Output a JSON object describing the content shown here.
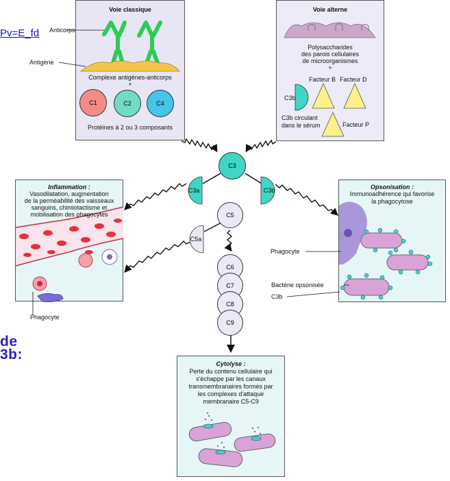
{
  "edge_fragments": {
    "link": "Pv=E_fd",
    "side_line1": "de",
    "side_line2": "3b:"
  },
  "classic": {
    "title": "Voie classique",
    "anticorps": "Anticorps",
    "antigene": "Antigène",
    "complex_line1": "Complexe antigènes-anticorps",
    "complex_line2": "+",
    "c1": "C1",
    "c2": "C2",
    "c4": "C4",
    "proteins": "Protéines à 2 ou 3 composants"
  },
  "alternate": {
    "title": "Voie alterne",
    "poly_line1": "Polysaccharides",
    "poly_line2": "des parois cellulaires",
    "poly_line3": "de microorganismes",
    "plus": "+",
    "factor_b": "Facteur B",
    "factor_d": "Facteur D",
    "c3b": "C3b",
    "circ_line1": "C3b circulant",
    "circ_line2": "dans le sérum",
    "factor_p": "Facteur P"
  },
  "center": {
    "c3": "C3",
    "c3a": "C3a",
    "c3b": "C3b",
    "c5": "C5",
    "c5a": "C5a",
    "c6": "C6",
    "c7": "C7",
    "c8": "C8",
    "c9": "C9"
  },
  "inflammation": {
    "title": "Inflammation :",
    "line1": "Vasodilatation, augmentation",
    "line2": "de la perméabilité des vaisseaux",
    "line3": "sanguins, chimiotactisme et",
    "line4": "mobilisation des phagocytes",
    "phagocyte": "Phagocyte"
  },
  "opsonisation": {
    "title": "Opsonisation :",
    "line1": "Immunoadhérence qui favorise",
    "line2": "la phagocytose",
    "phagocyte": "Phagocyte",
    "bacteria": "Bactérie opsonisée",
    "c3b": "C3b"
  },
  "cytolysis": {
    "title": "Cytolyse :",
    "line1": "Perte du contenu cellulaire qui",
    "line2": "s'échappe par les canaux",
    "line3": "transmembranaires formés par",
    "line4": "les complexes d'attaque",
    "line5": "membranaire C5-C9"
  },
  "colors": {
    "panel_classic": "#e8e6f5",
    "panel_alt": "#ecebf7",
    "panel_cyan": "#e6f6f6",
    "c3": "#3fd6c6",
    "c1": "#f48c86",
    "c2": "#6fdcc8",
    "c4": "#46c4ea",
    "triangle": "#fbf08a",
    "antibody": "#2bcc55",
    "antigen": "#f3c64a",
    "bacterium": "#d9a3d8",
    "phagocyte": "#9f86d3",
    "c5_series": "#ece9f6",
    "rbc": "#e8303b"
  }
}
